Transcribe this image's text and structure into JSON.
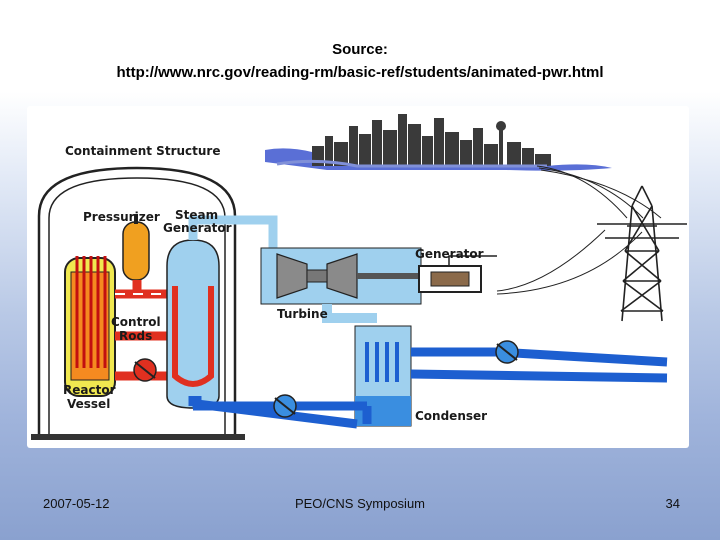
{
  "slide": {
    "source_heading": "Source:",
    "source_url": "http://www.nrc.gov/reading-rm/basic-ref/students/animated-pwr.html"
  },
  "diagram": {
    "labels": {
      "containment": "Containment Structure",
      "pressurizer": "Pressurizer",
      "steam": "Steam",
      "generator_sg": "Generator",
      "control": "Control",
      "rods": "Rods",
      "reactor": "Reactor",
      "vessel": "Vessel",
      "turbine": "Turbine",
      "generator": "Generator",
      "condenser": "Condenser"
    },
    "colors": {
      "hot_loop": "#e03020",
      "cold_loop": "#1d5fd0",
      "core": "#f0e850",
      "steam_blue": "#9fd0ee",
      "pressurizer": "#f0a020",
      "river": "#5a6fd6"
    }
  },
  "footer": {
    "date": "2007-05-12",
    "title": "PEO/CNS Symposium",
    "page": "34"
  }
}
